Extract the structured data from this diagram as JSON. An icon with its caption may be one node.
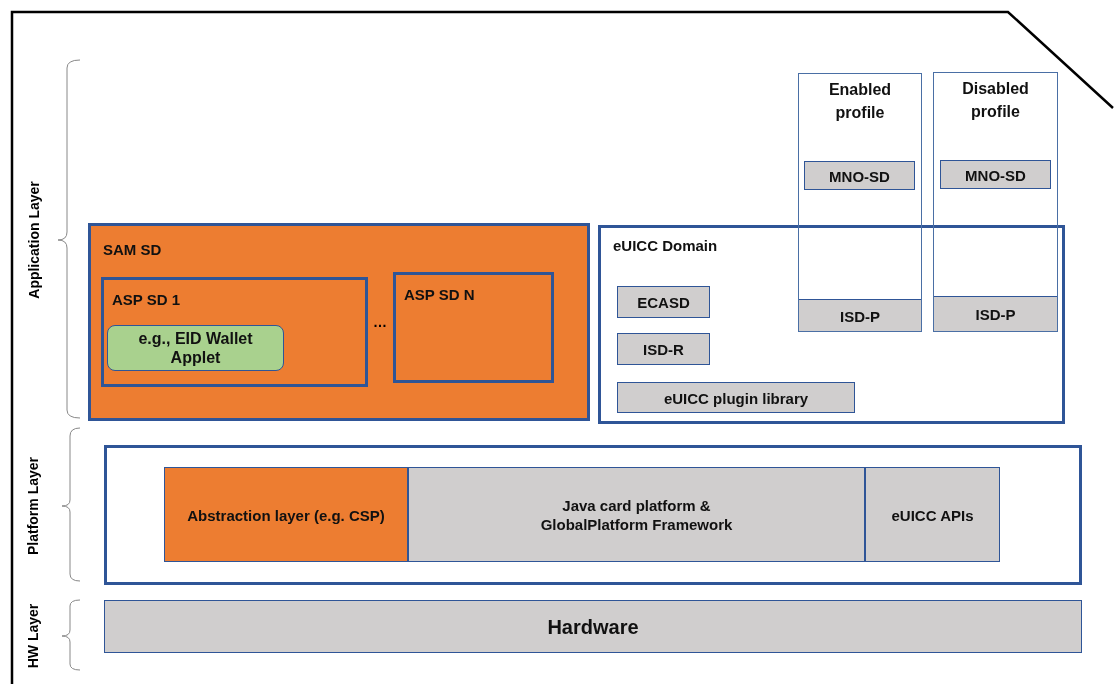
{
  "diagram": {
    "nodes": [
      {
        "text": [
          "SAM SD"
        ]
      },
      {
        "text": [
          "ASP SD 1"
        ],
        "in": 0
      },
      {
        "text": [
          "e.g., EID Wallet Applet"
        ],
        "in": 1
      },
      {
        "text": [
          "ASP SD N"
        ],
        "in": 0
      },
      {
        "text": [
          "eUICC Domain"
        ]
      },
      {
        "text": [
          "ECASD"
        ],
        "in": 4
      },
      {
        "text": [
          "ISD-R"
        ],
        "in": 4
      },
      {
        "text": [
          "eUICC plugin library"
        ],
        "in": 4
      },
      {
        "text": [
          "Enabled profile"
        ]
      },
      {
        "text": [
          "MNO-SD"
        ],
        "in": 8
      },
      {
        "text": [
          "ISD-P"
        ]
      },
      {
        "text": [
          "Disabled profile"
        ]
      },
      {
        "text": [
          "MNO-SD"
        ],
        "in": 11
      },
      {
        "text": [
          "ISD-P"
        ]
      },
      {
        "text": [],
        "shape": "box"
      },
      {
        "text": [
          "Abstraction layer (e.g. CSP)"
        ],
        "in": 14
      },
      {
        "text": [
          "Java card platform & GlobalPlatform Framework"
        ],
        "in": 14
      },
      {
        "text": [
          "eUICC APIs"
        ],
        "in": 14
      },
      {
        "text": [
          "Hardware"
        ]
      }
    ],
    "labels": [
      "Application Layer",
      "…",
      "Platform Layer",
      "HW Layer"
    ]
  }
}
